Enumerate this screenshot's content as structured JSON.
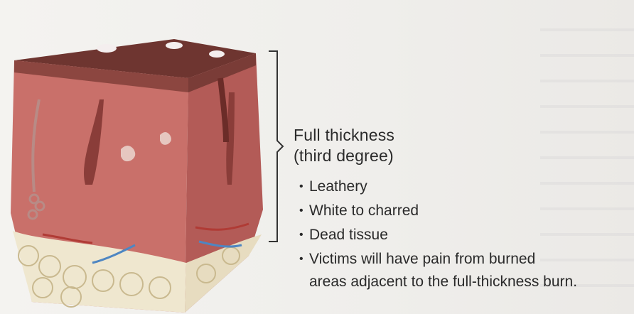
{
  "label": {
    "title_line1": "Full thickness",
    "title_line2": "(third degree)"
  },
  "bullets": [
    {
      "text": "Leathery"
    },
    {
      "text": "White to charred"
    },
    {
      "text": "Dead tissue"
    },
    {
      "text": "Victims will have pain from burned"
    }
  ],
  "bullet_continuation": "areas adjacent to the full-thickness burn.",
  "colors": {
    "skin_top": "#7a3b36",
    "dermis": "#c96f6a",
    "dermis_dark": "#a9504c",
    "fat": "#efe7cf",
    "vessel_blue": "#4e86c2",
    "text": "#2a2a2a"
  },
  "icons": [
    "bracket-icon",
    "skin-cross-section-illustration"
  ]
}
